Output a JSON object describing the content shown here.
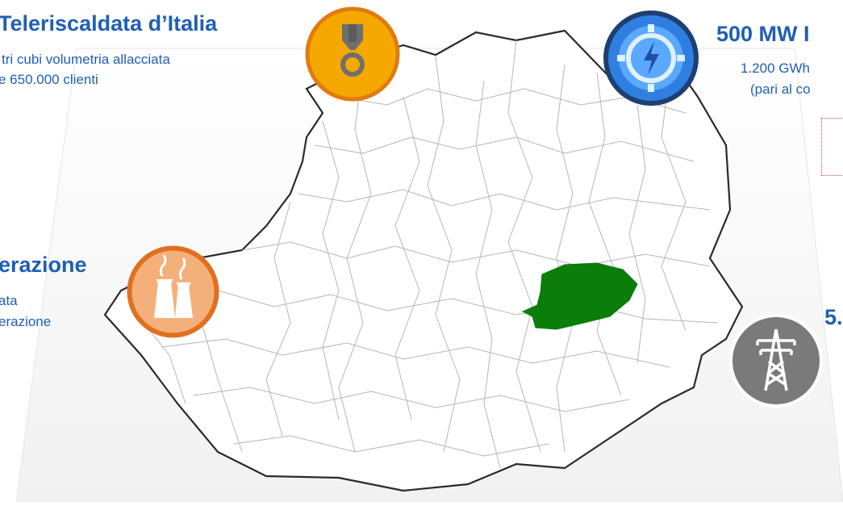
{
  "callouts": {
    "district_heating": {
      "title": "Teleriscaldata d’Italia",
      "lines": [
        "tri cubi volumetria allacciata",
        "e 650.000 clienti"
      ]
    },
    "power": {
      "title": "500 MW I",
      "lines": [
        "1.200 GWh",
        "(pari al co"
      ]
    },
    "cogeneration": {
      "title": "erazione",
      "lines": [
        "ata",
        "erazione"
      ]
    },
    "grid": {
      "title": "5."
    }
  },
  "badges": [
    {
      "name": "medal-icon",
      "fill": "#f5a800",
      "ring": "#e07b10"
    },
    {
      "name": "energy-gear-icon",
      "fill": "#2f7fe0",
      "ring": "#1e3f73"
    },
    {
      "name": "cooling-tower-icon",
      "fill": "#f4b07a",
      "ring": "#e07020"
    },
    {
      "name": "power-pylon-icon",
      "fill": "#7a7a7a",
      "ring": "#ffffff"
    }
  ],
  "map": {
    "highlight_color": "#0a7d0a",
    "border_color": "#9a9a9a"
  }
}
